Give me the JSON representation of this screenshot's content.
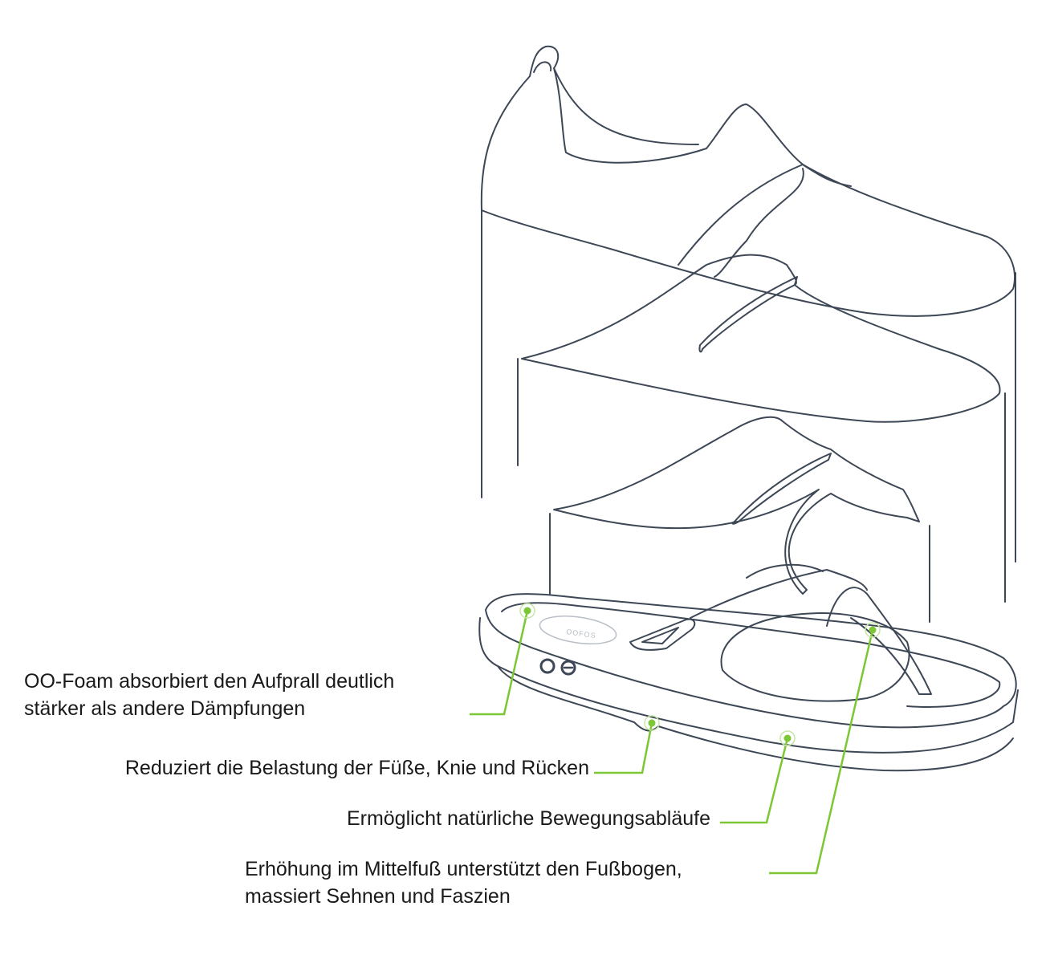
{
  "colors": {
    "stroke": "#3d4756",
    "accent": "#7cc734",
    "text": "#1a1a1a"
  },
  "logo_text": "OOFOS",
  "callouts": [
    {
      "line1": "OO-Foam absorbiert den Aufprall deutlich",
      "line2": "stärker als andere Dämpfungen"
    },
    {
      "line1": "Reduziert die Belastung der Füße, Knie und Rücken"
    },
    {
      "line1": "Ermöglicht natürliche Bewegungsabläufe"
    },
    {
      "line1": "Erhöhung im Mittelfuß unterstützt den Fußbogen,",
      "line2": "massiert Sehnen und Faszien"
    }
  ]
}
